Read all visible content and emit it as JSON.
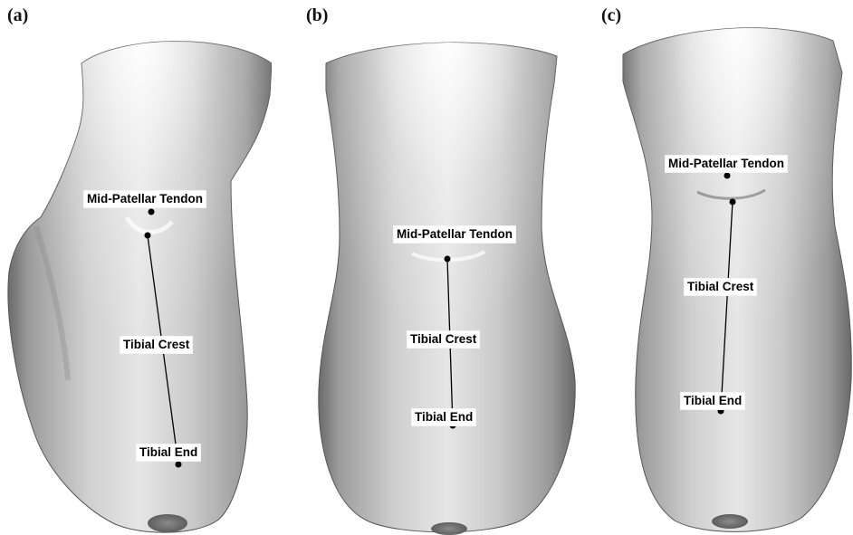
{
  "panels": [
    {
      "letter": "(a)",
      "labels": {
        "mid_patellar_tendon": "Mid-Patellar Tendon",
        "tibial_crest": "Tibial Crest",
        "tibial_end": "Tibial End"
      }
    },
    {
      "letter": "(b)",
      "labels": {
        "mid_patellar_tendon": "Mid-Patellar Tendon",
        "tibial_crest": "Tibial Crest",
        "tibial_end": "Tibial End"
      }
    },
    {
      "letter": "(c)",
      "labels": {
        "mid_patellar_tendon": "Mid-Patellar Tendon",
        "tibial_crest": "Tibial Crest",
        "tibial_end": "Tibial End"
      }
    }
  ],
  "colors": {
    "background": "#ffffff",
    "limb_light": "#f2f2f2",
    "limb_mid": "#b8b8b8",
    "limb_dark": "#6e6e6e",
    "marker": "#000000"
  }
}
